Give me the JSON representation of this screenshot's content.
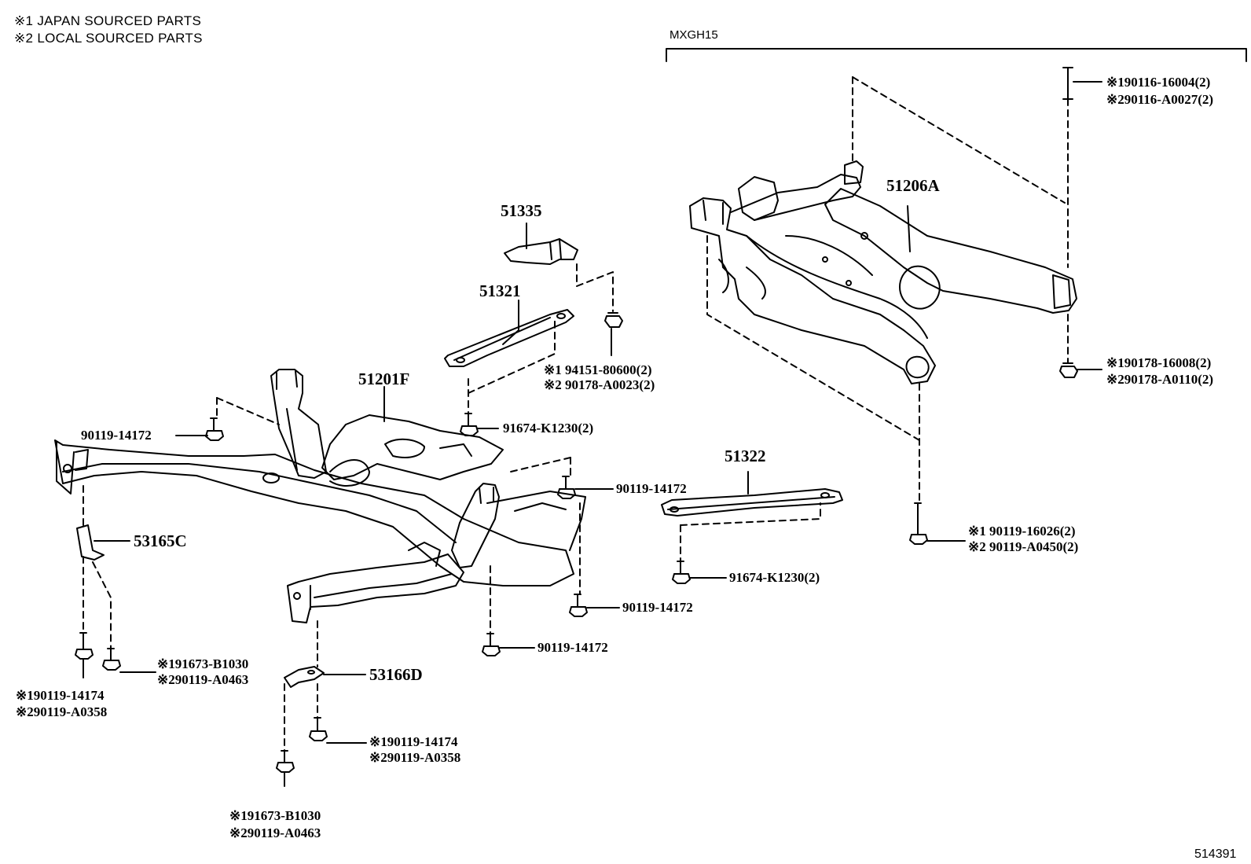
{
  "notes": [
    "※1 JAPAN SOURCED PARTS",
    "※2 LOCAL SOURCED PARTS"
  ],
  "group_label": "MXGH15",
  "figure_number": "514391",
  "parts": {
    "p51335": "51335",
    "p51321": "51321",
    "p51201F": "51201F",
    "p51206A": "51206A",
    "p51322": "51322",
    "p53165C": "53165C",
    "p53166D": "53166D"
  },
  "callouts": {
    "c94151a": "※1 94151-80600(2)",
    "c94151b": "※2 90178-A0023(2)",
    "c91674a": "91674-K1230(2)",
    "c91674b": "91674-K1230(2)",
    "c90119_left": "90119-14172",
    "c90119_mid": "90119-14172",
    "c90119_low": "90119-14172",
    "c90119_bottom": "90119-14172",
    "c90116a": "※190116-16004(2)",
    "c90116b": "※290116-A0027(2)",
    "c90178a": "※190178-16008(2)",
    "c90178b": "※290178-A0110(2)",
    "c16026a": "※1 90119-16026(2)",
    "c16026b": "※2 90119-A0450(2)",
    "c91673a": "※191673-B1030",
    "c91673b": "※290119-A0463",
    "c14174a": "※190119-14174",
    "c14174b": "※290119-A0358",
    "c14174c": "※190119-14174",
    "c14174d": "※290119-A0358",
    "c91673c": "※191673-B1030",
    "c91673d": "※290119-A0463"
  }
}
